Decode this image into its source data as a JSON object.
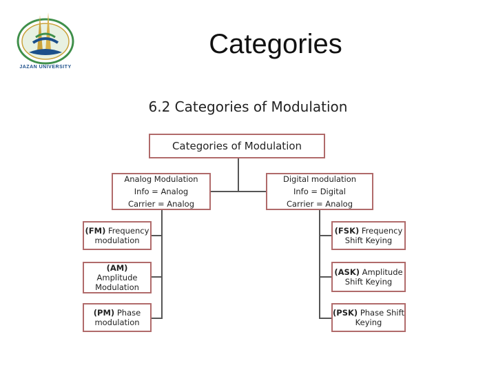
{
  "header": {
    "title": "Categories",
    "logo": {
      "icon": "jazan-university-logo",
      "text": "JAZAN UNIVERSITY"
    }
  },
  "figure": {
    "title": "6.2 Categories of Modulation",
    "root": {
      "label": "Categories of Modulation"
    },
    "analog": {
      "lines": [
        "Analog Modulation",
        "Info = Analog",
        "Carrier = Analog"
      ],
      "children": [
        {
          "abbr": "(FM)",
          "line1": "Frequency",
          "line2": "modulation"
        },
        {
          "abbr": "(AM)",
          "line1": "Amplitude",
          "line2": "Modulation"
        },
        {
          "abbr": "(PM)",
          "line1": "Phase",
          "line2": "modulation"
        }
      ]
    },
    "digital": {
      "lines": [
        "Digital modulation",
        "Info = Digital",
        "Carrier = Analog"
      ],
      "children": [
        {
          "abbr": "(FSK)",
          "line1": "Frequency",
          "line2": "Shift Keying"
        },
        {
          "abbr": "(ASK)",
          "line1": "Amplitude",
          "line2": "Shift Keying"
        },
        {
          "abbr": "(PSK)",
          "line1": "Phase Shift",
          "line2": "Keying"
        }
      ]
    }
  },
  "colors": {
    "box_border": "#b06a6a",
    "connector": "#555555",
    "logo_blue": "#1c4f8a",
    "logo_gold": "#c9a23c",
    "logo_green": "#3f8f4a"
  }
}
